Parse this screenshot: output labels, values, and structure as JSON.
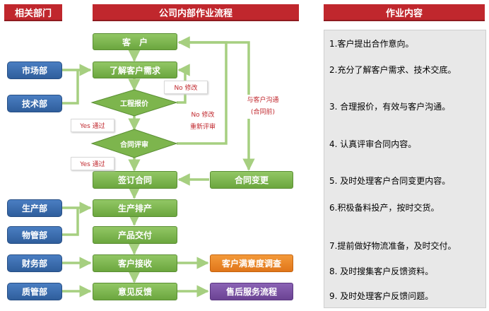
{
  "headers": {
    "departments": "相关部门",
    "process": "公司内部作业流程",
    "content": "作业内容"
  },
  "departments": {
    "marketing": "市场部",
    "technical": "技术部",
    "production": "生产部",
    "materials": "物管部",
    "finance": "财务部",
    "quality": "质管部"
  },
  "process": {
    "customer": "客　户",
    "understand": "了解客户需求",
    "quote": "工程报价",
    "review": "合同评审",
    "sign": "签订合同",
    "change": "合同变更",
    "schedule": "生产排产",
    "deliver": "产品交付",
    "receive": "客户接收",
    "feedback": "意见反馈",
    "satisfaction": "客户满意度调查",
    "aftersales": "售后服务流程"
  },
  "notes": {
    "quote_no": "No  修改",
    "quote_yes": "Yes 通过",
    "review_no_1": "No  修改",
    "review_no_2": "重新评审",
    "review_yes": "Yes 通过",
    "communicate_1": "与客户沟通",
    "communicate_2": "(合同前)"
  },
  "content_items": [
    "1.客户提出合作意向。",
    "2.充分了解客户需求、技术交底。",
    "3. 合理报价，有效与客户沟通。",
    "4. 认真评审合同内容。",
    "5. 及时处理客户合同变更内容。",
    "6.积极备料投产，按时交货。",
    "7.提前做好物流准备，及时交付。",
    "8. 及时搜集客户反馈资料。",
    "9. 及时处理客户反馈问题。"
  ],
  "colors": {
    "header": "#c0272d",
    "process_green": "#7db54d",
    "department_blue": "#2f5e9c",
    "survey_orange": "#e0761a",
    "aftersales_purple": "#6b4393",
    "connector": "#a6cf80"
  }
}
